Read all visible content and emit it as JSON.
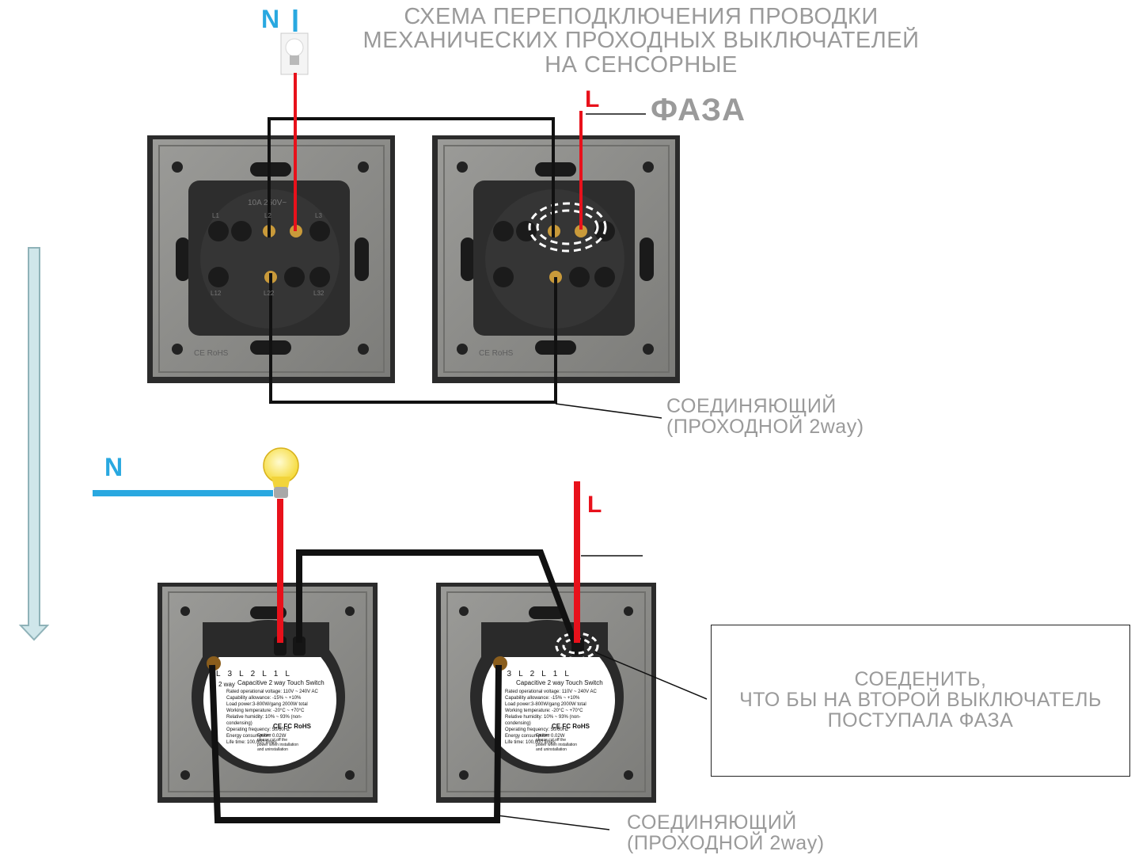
{
  "title": "СХЕМА ПЕРЕПОДКЛЮЧЕНИЯ ПРОВОДКИ\nМЕХАНИЧЕСКИХ ПРОХОДНЫХ ВЫКЛЮЧАТЕЛЕЙ\nНА СЕНСОРНЫЕ",
  "labels": {
    "phase": "ФАЗА",
    "connecting_top": "СОЕДИНЯЮЩИЙ\n (ПРОХОДНОЙ 2way)",
    "connecting_bottom": "СОЕДИНЯЮЩИЙ\n(ПРОХОДНОЙ 2way)",
    "neutral_top": "N",
    "neutral_bottom": "N",
    "line_top": "L",
    "line_bottom": "L",
    "note": "СОЕДЕНИТЬ,\nЧТО БЫ НА ВТОРОЙ ВЫКЛЮЧАТЕЛЬ\nПОСТУПАЛА ФАЗА"
  },
  "touch_switch": {
    "terminals": [
      "L3",
      "L2",
      "L1",
      "L"
    ],
    "model": "Capacitive 2 way Touch Switch",
    "way_tag": "2 way",
    "specs": [
      "Rated operational voltage: 110V ~ 240V AC",
      "Capability allowance: -15% ~ +10%",
      "Load power:3-800W/gang 2000W total",
      "Working temperature: -20°C ~ +70°C",
      "Relative humidity: 10% ~ 93% (non-condensing)",
      "Operating frequency: 50/60Hz",
      "Energy consumption: 0.02W",
      "Life time: 100,000 times"
    ],
    "marks": "CE FC RoHS",
    "caution": "Caution:\nplease cut off the\npower when installation\nand uninstallation"
  },
  "mechanical_switch": {
    "rating": "10A 250V~",
    "marks": "CE RoHS",
    "terminal_labels": [
      "L1",
      "L2",
      "L3",
      "L12",
      "L22",
      "L32"
    ]
  },
  "colors": {
    "phase_wire": "#e8111b",
    "neutral_wire": "#29a8e0",
    "traveler_wire": "#111111",
    "label_gray": "#9a9a9a",
    "arrow_fill": "#cfe6ea",
    "frame": "#2b2b2b",
    "plate": "#8a8a8a",
    "module": "#2d2d2d"
  }
}
